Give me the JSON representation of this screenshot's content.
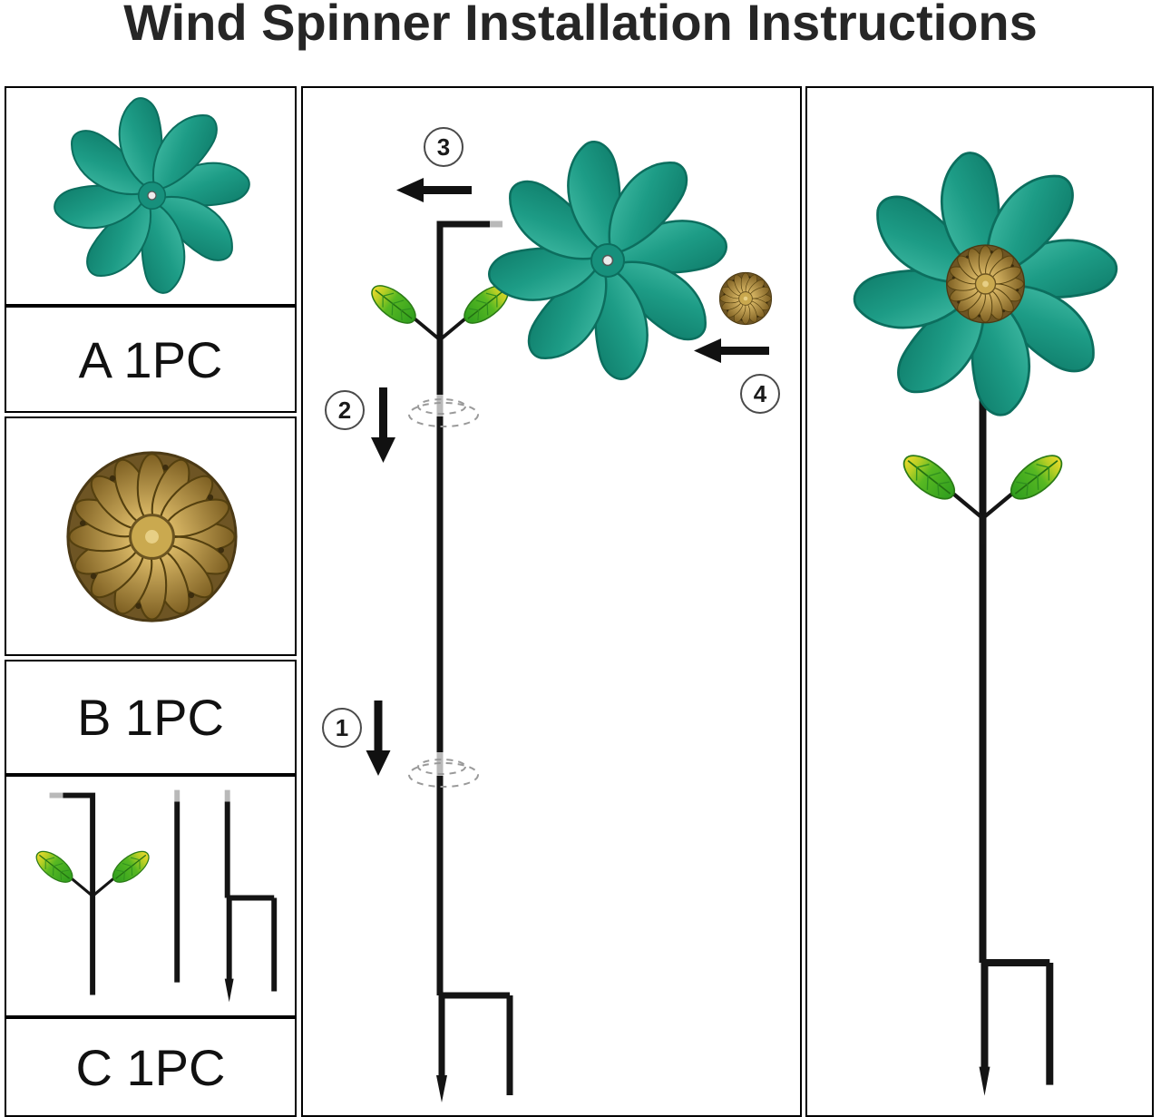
{
  "title": "Wind Spinner Installation Instructions",
  "parts_list": {
    "part_a": {
      "label": "A 1PC",
      "icon": "pinwheel-flower-icon"
    },
    "part_b": {
      "label": "B 1PC",
      "icon": "flower-medallion-icon"
    },
    "part_c": {
      "label": "C 1PC",
      "icon": "pole-leaves-stake-icon"
    }
  },
  "steps": {
    "s1": "1",
    "s2": "2",
    "s3": "3",
    "s4": "4"
  },
  "icons": {
    "flower": "pinwheel-flower-icon",
    "medallion": "flower-medallion-icon",
    "leaves": "leaf-pair-icon",
    "pole": "pole-icon",
    "stake": "ground-stake-icon",
    "arrow_left": "arrow-left-icon",
    "arrow_down": "arrow-down-icon",
    "joint_guide": "dashed-joint-ellipse"
  },
  "colors": {
    "teal": "#1d9c86",
    "teal_dark": "#0c6e5e",
    "bronze": "#caa94f",
    "bronze_dark": "#54400f",
    "leaf_green": "#2f9e1e",
    "leaf_yellow": "#ecd92c",
    "pole_black": "#141414",
    "metal_tip_gray": "#b9b9b9",
    "border": "#000000",
    "title_text": "#262626"
  }
}
